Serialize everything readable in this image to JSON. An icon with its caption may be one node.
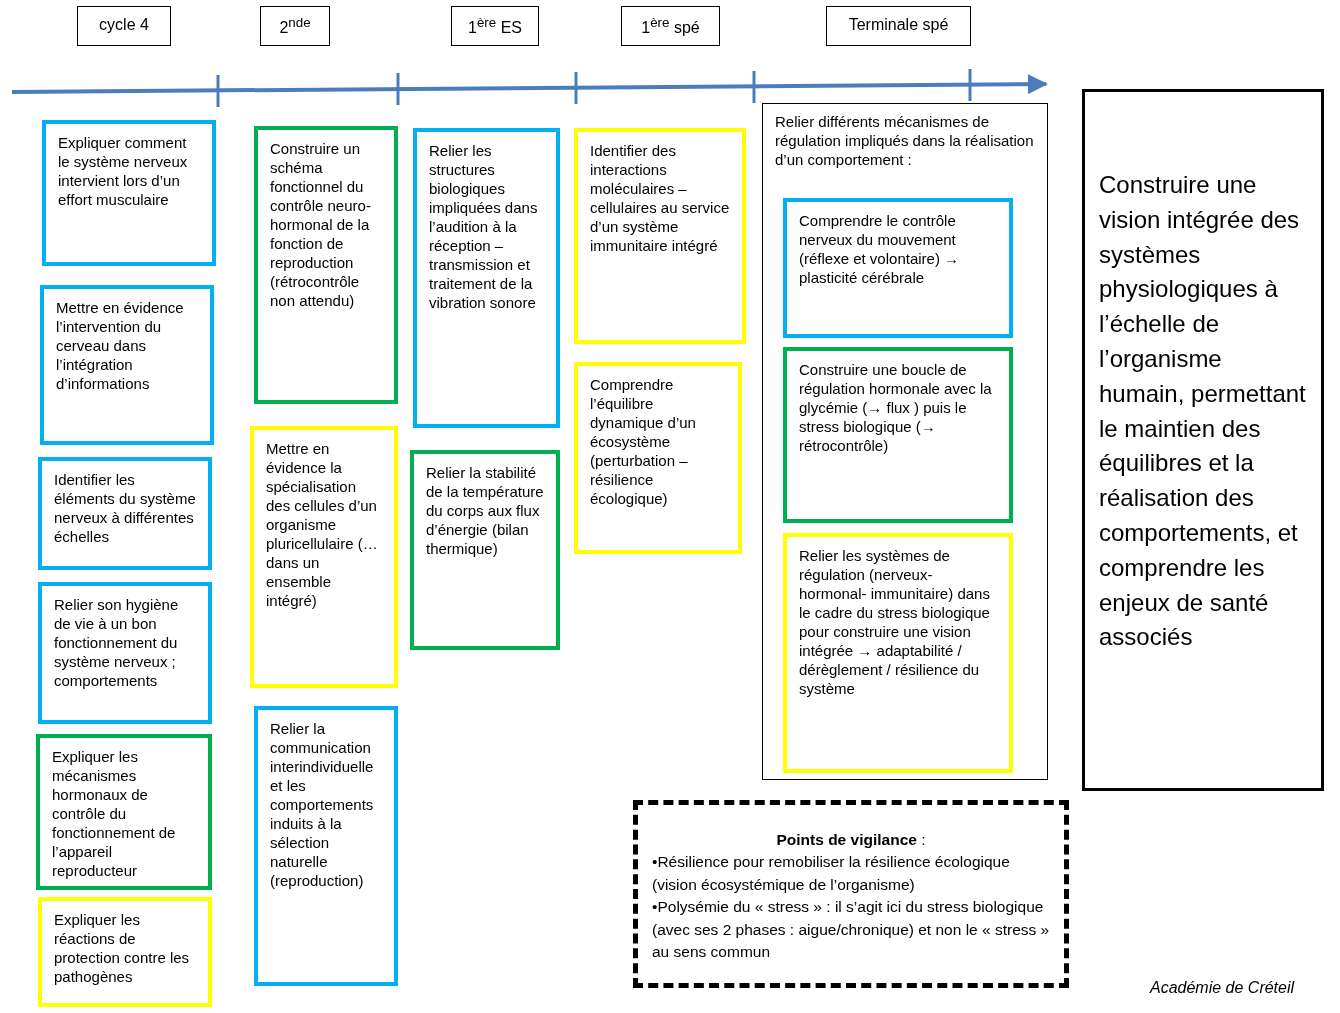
{
  "diagram": {
    "nodes": [
      {
        "text": [
          "cycle 4"
        ]
      },
      {
        "text": [
          "2$^{nde}$"
        ]
      },
      {
        "text": [
          "1$^{ère}$ ES"
        ]
      },
      {
        "text": [
          "1$^{ère}$ spé"
        ]
      },
      {
        "text": [
          "Terminale spé"
        ]
      },
      {
        "text": [
          "Expliquer comment le système nerveux intervient lors d’un effort musculaire"
        ]
      },
      {
        "text": [
          "Mettre en évidence l’intervention du cerveau dans l’intégration d’informations"
        ]
      },
      {
        "text": [
          "Identifier les éléments du système nerveux à différentes échelles"
        ]
      },
      {
        "text": [
          "Relier son hygiène de vie à un bon fonctionnement du système nerveux ; comportements"
        ]
      },
      {
        "text": [
          "Expliquer les mécanismes hormonaux de contrôle du fonctionnement de l’appareil reproducteur"
        ]
      },
      {
        "text": [
          "Expliquer les réactions de protection contre les pathogènes"
        ]
      },
      {
        "text": [
          "Construire un schéma fonctionnel du contrôle neuro-hormonal de la fonction de reproduction (rétrocontrôle non attendu)"
        ]
      },
      {
        "text": [
          "Mettre en évidence la spécialisation des cellules d’un organisme pluricellulaire (… dans un ensemble intégré)"
        ]
      },
      {
        "text": [
          "Relier la communication interindividuelle et les comportements induits à la sélection naturelle (reproduction)"
        ]
      },
      {
        "text": [
          "Relier les structures biologiques impliquées dans l’audition à la réception – transmission et traitement de la vibration sonore"
        ]
      },
      {
        "text": [
          "Relier la stabilité de la température du corps aux flux d’énergie (bilan thermique)"
        ]
      },
      {
        "text": [
          "Identifier des interactions moléculaires – cellulaires au service d’un système immunitaire intégré"
        ]
      },
      {
        "text": [
          "Comprendre l’équilibre dynamique d’un écosystème (perturbation – résilience écologique)"
        ]
      },
      {
        "text": [
          "Relier différents mécanismes de régulation impliqués dans la réalisation d’un comportement :"
        ]
      },
      {
        "text": [
          "Comprendre le contrôle nerveux du mouvement (réflexe et volontaire) → plasticité cérébrale"
        ],
        "in": 18
      },
      {
        "text": [
          "Construire une boucle de régulation hormonale avec la glycémie (→ flux ) puis le stress biologique (→ rétrocontrôle)"
        ],
        "in": 18
      },
      {
        "text": [
          "Relier les systèmes de régulation (nerveux-hormonal- immunitaire) dans le cadre du stress biologique pour construire une vision intégrée → adaptabilité / dérèglement / résilience du système"
        ],
        "in": 18
      },
      {
        "text": [
          "Construire une vision intégrée des systèmes physiologiques à l’échelle de l’organisme humain, permettant le maintien des équilibres et la réalisation des comportements, et comprendre les enjeux de santé associés"
        ]
      },
      {
        "text": [
          "**Points de vigilance** :",
          "•Résilience pour remobiliser la résilience écologique (vision écosystémique de l’organisme)",
          "•Polysémie du « stress » : il s’agit ici du stress biologique (avec ses 2 phases : aigue/chronique) et non le « stress » au sens commun"
        ]
      }
    ],
    "edges": [],
    "labels": [
      "Académie de Créteil"
    ]
  }
}
